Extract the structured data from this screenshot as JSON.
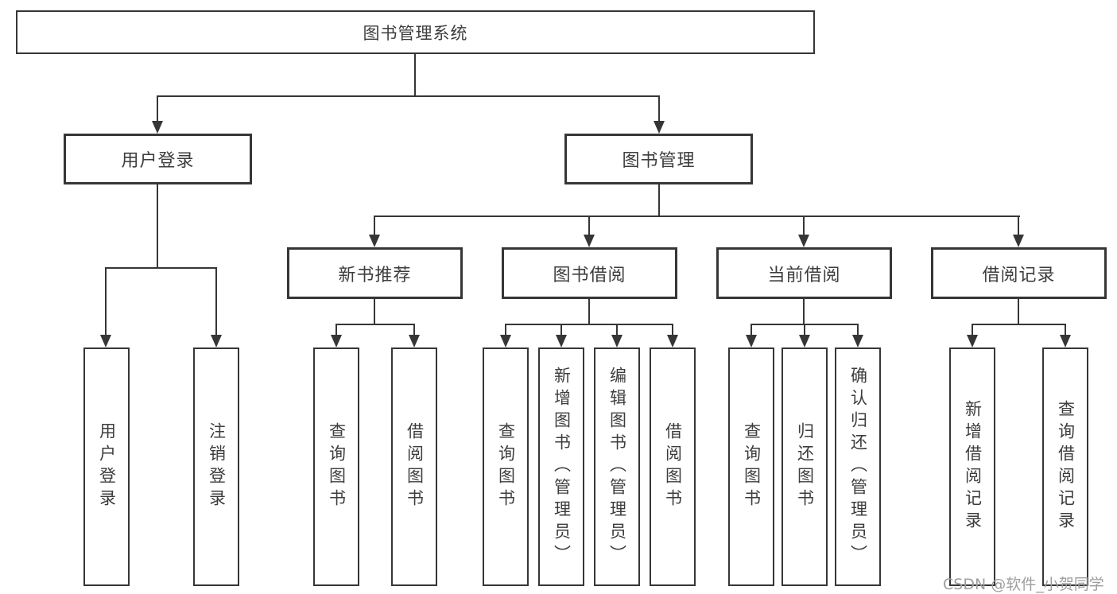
{
  "diagram": {
    "root": "图书管理系统",
    "level2": {
      "user_login": "用户登录",
      "book_mgmt": "图书管理"
    },
    "level3": {
      "new_book_rec": "新书推荐",
      "book_borrow": "图书借阅",
      "current_borrow": "当前借阅",
      "borrow_record": "借阅记录"
    },
    "leaves": {
      "user_login": "用户登录",
      "logout": "注销登录",
      "rec_query_book": "查询图书",
      "rec_borrow_book": "借阅图书",
      "bb_query_book": "查询图书",
      "bb_add_book": "新增图书（管理员）",
      "bb_edit_book": "编辑图书（管理员）",
      "bb_borrow_book": "借阅图书",
      "cb_query_book": "查询图书",
      "cb_return_book": "归还图书",
      "cb_confirm_return": "确认归还（管理员）",
      "br_add_record": "新增借阅记录",
      "br_query_record": "查询借阅记录"
    }
  },
  "watermark": "CSDN @软件_小贺同学",
  "colors": {
    "line": "#363636",
    "text": "#3d3d3d",
    "watermark": "#9e9e9e",
    "background": "#ffffff"
  }
}
